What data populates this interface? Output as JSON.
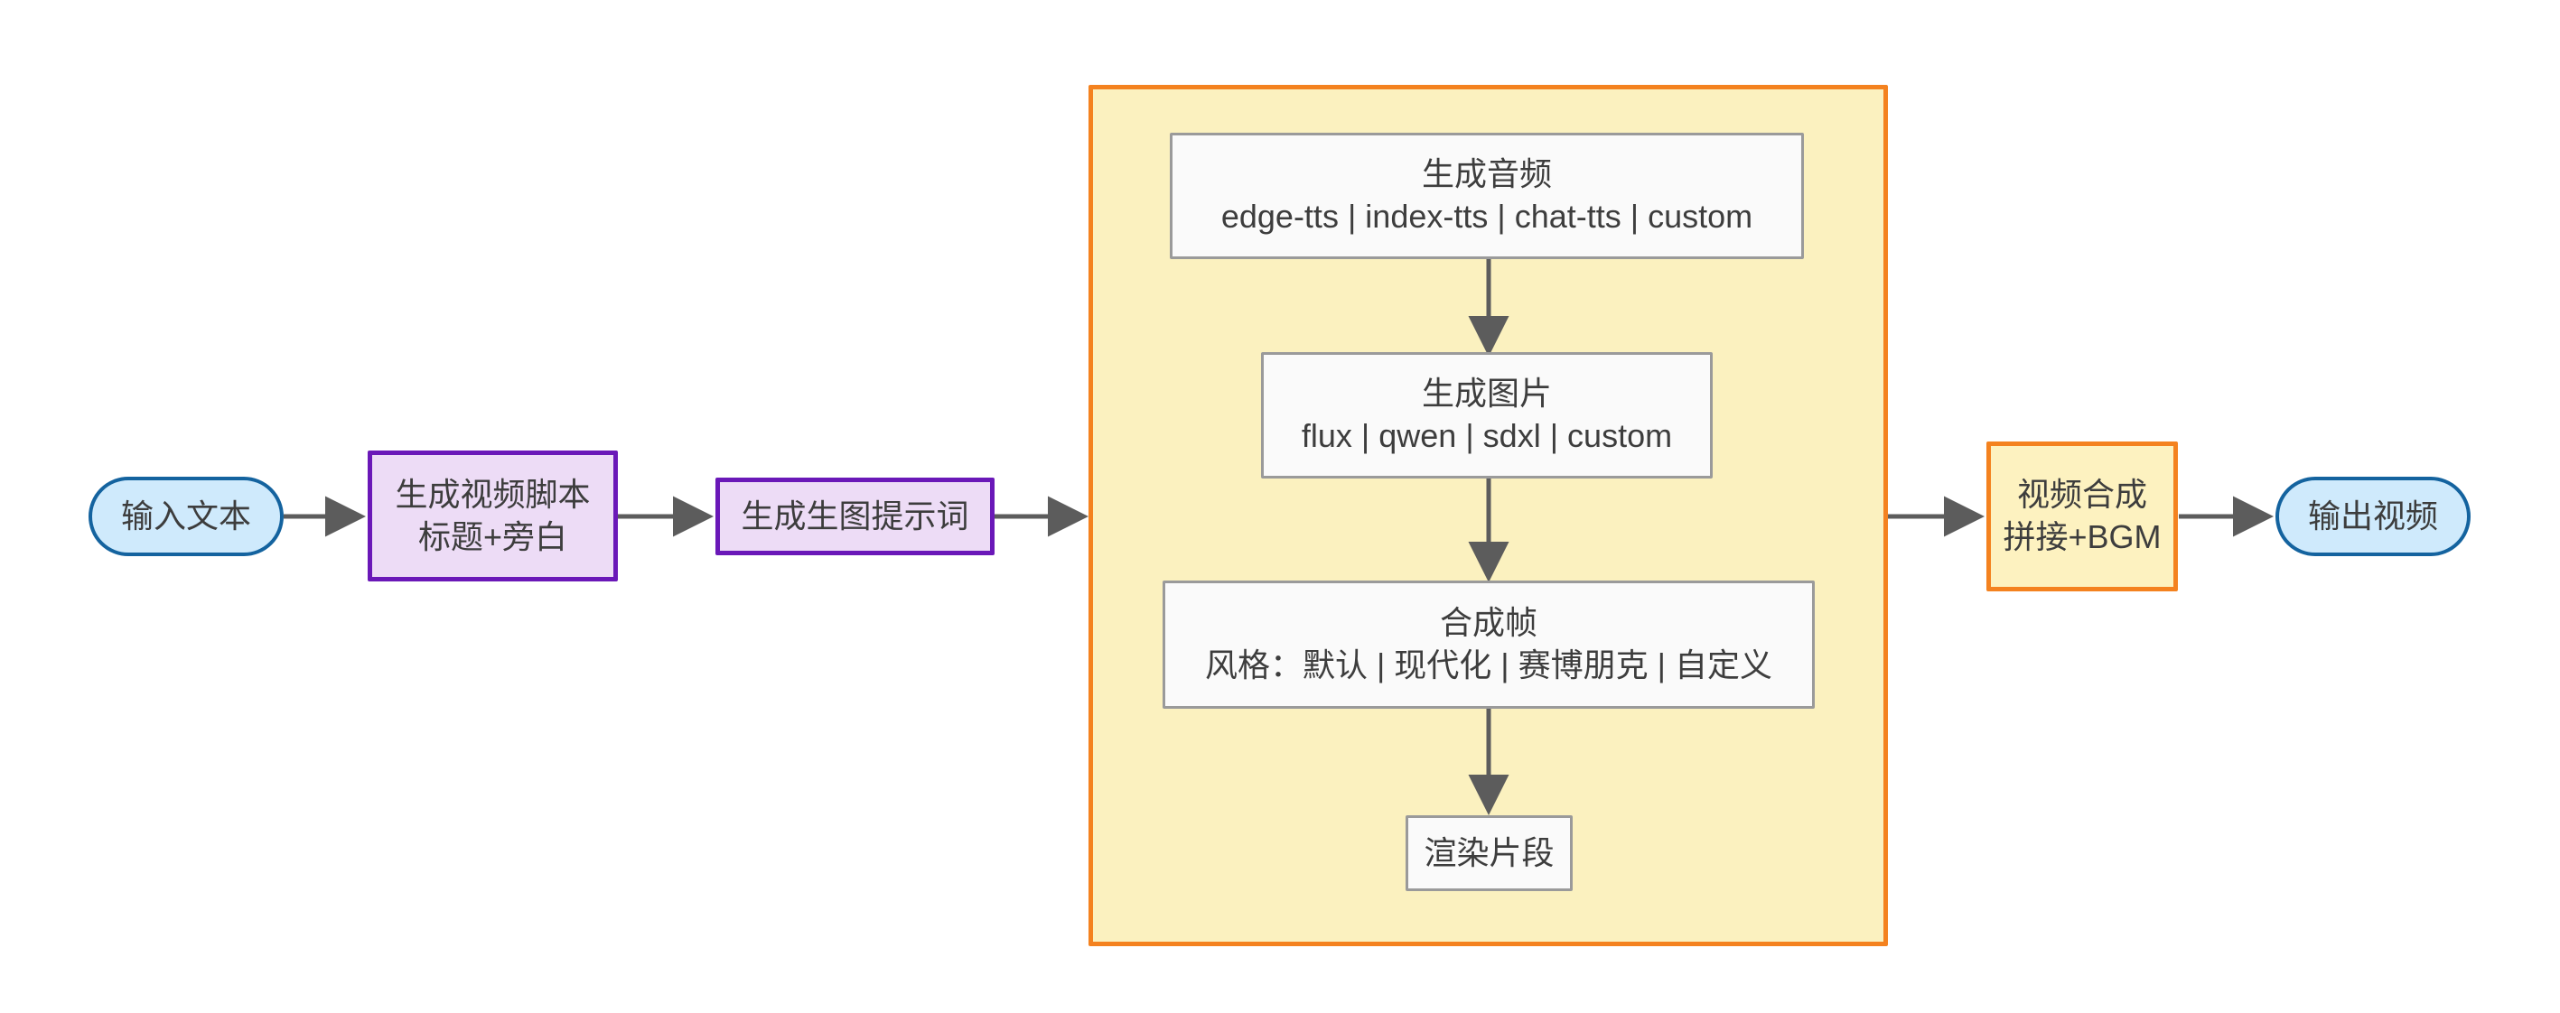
{
  "diagram": {
    "type": "flowchart",
    "direction": "left-to-right",
    "background": "#ffffff",
    "palette": {
      "terminal_fill": "#cfeafc",
      "terminal_stroke": "#14639f",
      "process_fill": "#eddcf6",
      "process_stroke": "#6a18b8",
      "accent_fill": "#fdf2c0",
      "accent_stroke": "#f4821f",
      "container_fill": "#fbf1bf",
      "container_stroke": "#f4821f",
      "plain_fill": "#fafafa",
      "plain_stroke": "#9a9a9a",
      "edge_stroke": "#5c5c5c",
      "text": "#3d3d3d"
    }
  },
  "nodes": {
    "input_text": {
      "label": "输入文本"
    },
    "script": {
      "line1": "生成视频脚本",
      "line2": "标题+旁白"
    },
    "prompt": {
      "line1": "生成生图提示词"
    },
    "audio": {
      "line1": "生成音频",
      "line2": "edge-tts | index-tts | chat-tts | custom"
    },
    "image": {
      "line1": "生成图片",
      "line2": "flux | qwen | sdxl | custom"
    },
    "frame": {
      "line1": "合成帧",
      "line2": "风格：默认 | 现代化 | 赛博朋克 | 自定义"
    },
    "render": {
      "line1": "渲染片段"
    },
    "merge": {
      "line1": "视频合成",
      "line2": "拼接+BGM"
    },
    "output_video": {
      "label": "输出视频"
    }
  },
  "edges": [
    {
      "from": "input_text",
      "to": "script",
      "direction": "right"
    },
    {
      "from": "script",
      "to": "prompt",
      "direction": "right"
    },
    {
      "from": "prompt",
      "to": "segment_container",
      "direction": "right"
    },
    {
      "from": "audio",
      "to": "image",
      "direction": "down"
    },
    {
      "from": "image",
      "to": "frame",
      "direction": "down"
    },
    {
      "from": "frame",
      "to": "render",
      "direction": "down"
    },
    {
      "from": "segment_container",
      "to": "merge",
      "direction": "right"
    },
    {
      "from": "merge",
      "to": "output_video",
      "direction": "right"
    }
  ]
}
